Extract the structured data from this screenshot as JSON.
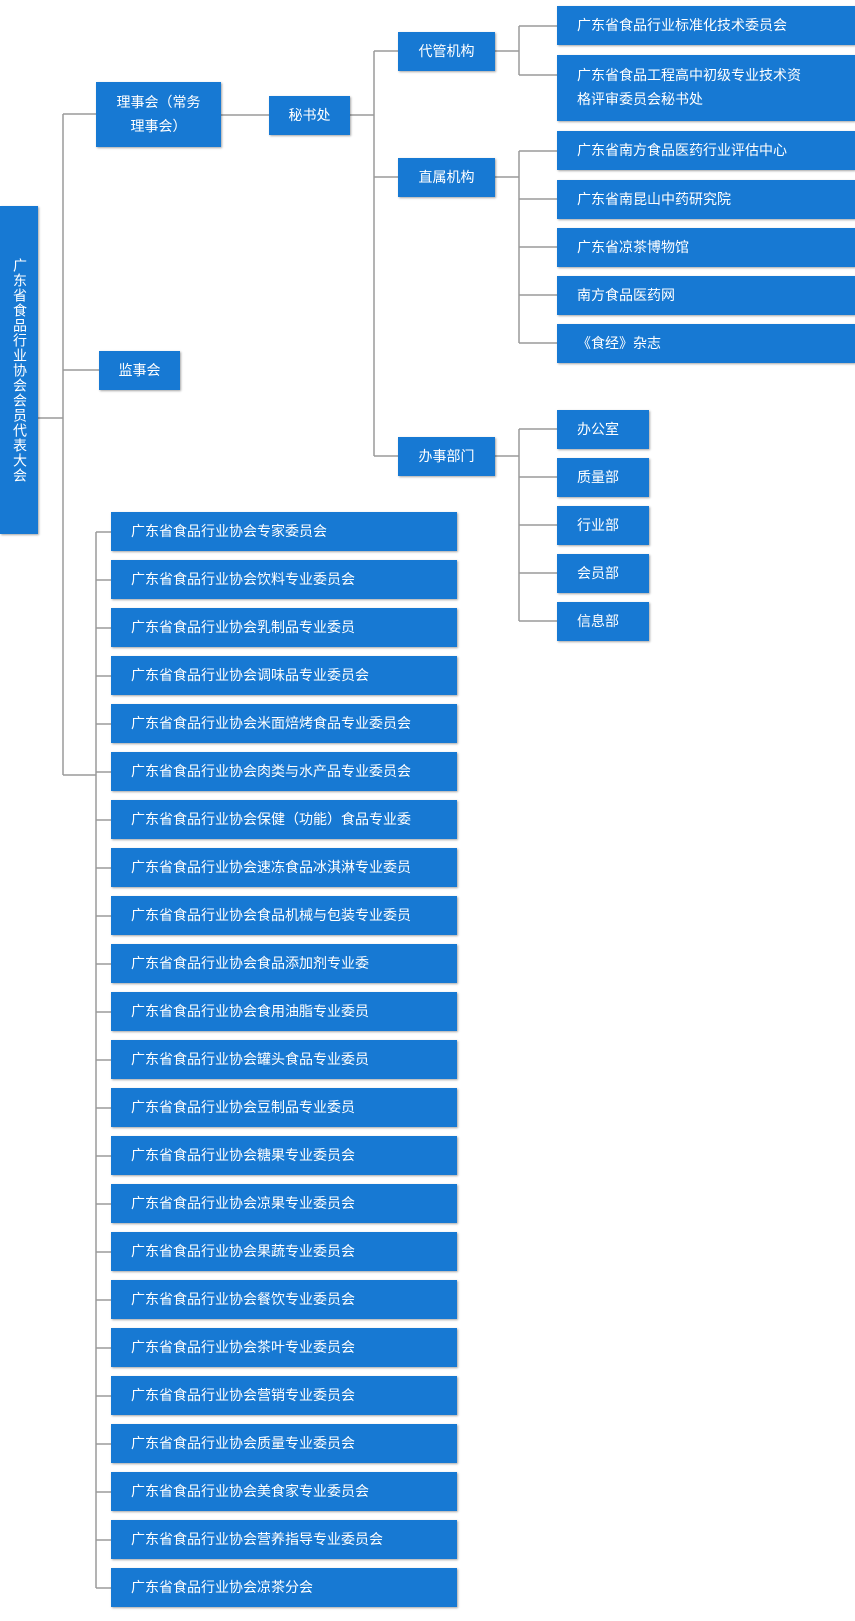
{
  "root": "广东省食品行业协会会员代表大会",
  "board": "理事会（常务理事会）",
  "supervisory": "监事会",
  "secretariat": "秘书处",
  "branches": {
    "managed": {
      "label": "代管机构",
      "items": [
        "广东省食品行业标准化技术委员会",
        "广东省食品工程高中初级专业技术资格评审委员会秘书处"
      ]
    },
    "direct": {
      "label": "直属机构",
      "items": [
        "广东省南方食品医药行业评估中心",
        "广东省南昆山中药研究院",
        "广东省凉茶博物馆",
        "南方食品医药网",
        "《食经》杂志"
      ]
    },
    "offices": {
      "label": "办事部门",
      "items": [
        "办公室",
        "质量部",
        "行业部",
        "会员部",
        "信息部"
      ]
    }
  },
  "committees": [
    "广东省食品行业协会专家委员会",
    "广东省食品行业协会饮料专业委员会",
    "广东省食品行业协会乳制品专业委员",
    "广东省食品行业协会调味品专业委员会",
    "广东省食品行业协会米面焙烤食品专业委员会",
    "广东省食品行业协会肉类与水产品专业委员会",
    "广东省食品行业协会保健（功能）食品专业委",
    "广东省食品行业协会速冻食品冰淇淋专业委员",
    "广东省食品行业协会食品机械与包装专业委员",
    "广东省食品行业协会食品添加剂专业委",
    "广东省食品行业协会食用油脂专业委员",
    "广东省食品行业协会罐头食品专业委员",
    "广东省食品行业协会豆制品专业委员",
    "广东省食品行业协会糖果专业委员会",
    "广东省食品行业协会凉果专业委员会",
    "广东省食品行业协会果蔬专业委员会",
    "广东省食品行业协会餐饮专业委员会",
    "广东省食品行业协会茶叶专业委员会",
    "广东省食品行业协会营销专业委员会",
    "广东省食品行业协会质量专业委员会",
    "广东省食品行业协会美食家专业委员会",
    "广东省食品行业协会营养指导专业委员会",
    "广东省食品行业协会凉茶分会"
  ],
  "colors": {
    "box": "#1779d3",
    "text": "#ffffff",
    "connector": "#9a9a9a"
  }
}
